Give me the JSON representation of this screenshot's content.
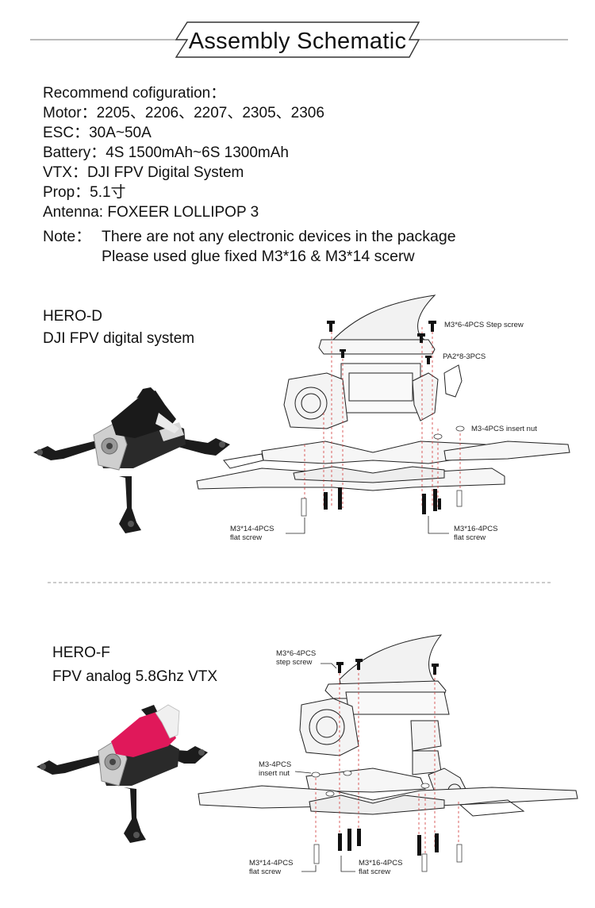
{
  "header": {
    "title": "Assembly Schematic"
  },
  "config": {
    "lines": [
      "Recommend cofiguration：",
      "Motor：2205、2206、2207、2305、2306",
      "ESC：30A~50A",
      "Battery：4S 1500mAh~6S 1300mAh",
      "VTX：DJI FPV Digital System",
      "Prop：5.1寸",
      "Antenna: FOXEER LOLLIPOP 3"
    ]
  },
  "note": {
    "label": "Note：",
    "line1": "There are not any electronic devices in the package",
    "line2": "Please used glue fixed M3*16 & M3*14 scerw"
  },
  "hero_d": {
    "name": "HERO-D",
    "subtitle": "DJI FPV digital system",
    "callouts": {
      "step_screw": "M3*6-4PCS Step screw",
      "pa2": "PA2*8-3PCS",
      "insert_nut": "M3-4PCS insert nut",
      "m14_line1": "M3*14-4PCS",
      "m14_line2": "flat screw",
      "m16_line1": "M3*16-4PCS",
      "m16_line2": "flat screw"
    }
  },
  "hero_f": {
    "name": "HERO-F",
    "subtitle": "FPV analog 5.8Ghz VTX",
    "callouts": {
      "step_line1": "M3*6-4PCS",
      "step_line2": "step screw",
      "nut_line1": "M3-4PCS",
      "nut_line2": "insert nut",
      "m14_line1": "M3*14-4PCS",
      "m14_line2": "flat screw",
      "m16_line1": "M3*16-4PCS",
      "m16_line2": "flat screw"
    }
  },
  "colors": {
    "canopy_d": "#1a1a1a",
    "canopy_f": "#e0185a",
    "carbon": "#1c1c1c",
    "aluminium": "#c9c9c9",
    "guide_line": "#d23a3a"
  }
}
